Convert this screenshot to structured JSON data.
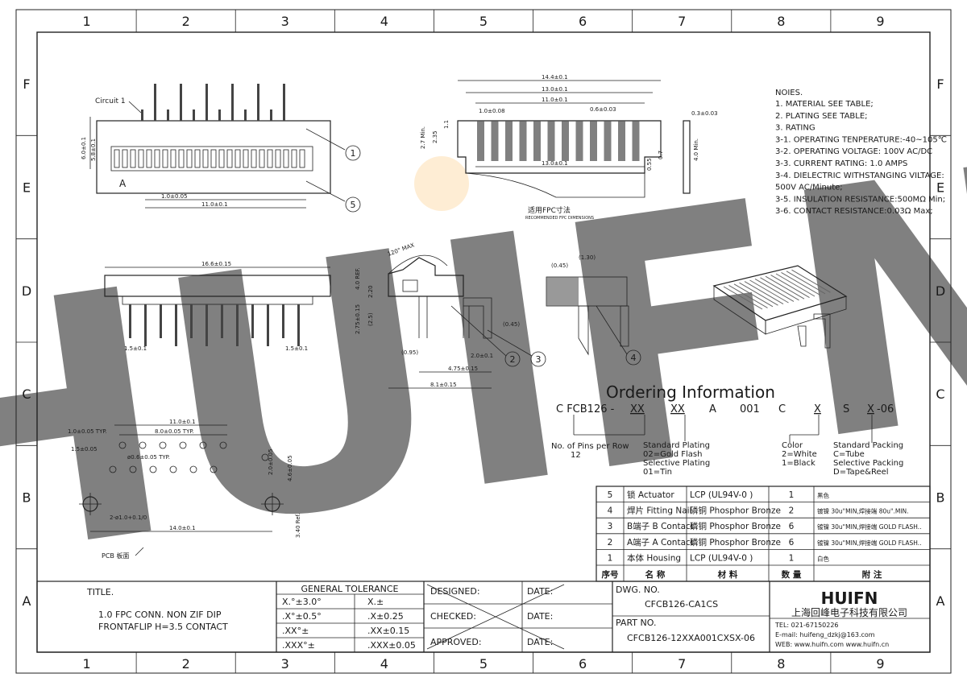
{
  "grid": {
    "columns": [
      "1",
      "2",
      "3",
      "4",
      "5",
      "6",
      "7",
      "8",
      "9"
    ],
    "rows": [
      "F",
      "E",
      "D",
      "C",
      "B",
      "A"
    ]
  },
  "watermark": "HUIFN",
  "notes": {
    "title": "NOIES.",
    "items": [
      "1.    MATERIAL SEE TABLE;",
      "2.    PLATING SEE TABLE;",
      "3.    RATING",
      "3-1. OPERATING TENPERATURE:-40~105℃",
      "3-2. OPERATING VOLTAGE: 100V AC/DC",
      "3-3. CURRENT RATING: 1.0 AMPS",
      "3-4. DIELECTRIC WITHSTANGING VILTAGE:",
      "        500V AC/Minute;",
      "3-5. INSULATION RESISTANCE:500MΩ Min;",
      "3-6. CONTACT RESISTANCE:0.03Ω Max;"
    ]
  },
  "top_view": {
    "circuit_label": "Circuit 1",
    "marker": "A",
    "dims": [
      "6.0±0.1",
      "5.8±0.1",
      "1.0±0.05",
      "11.0±0.1"
    ],
    "callouts": [
      "1",
      "5"
    ]
  },
  "fpc": {
    "dims": [
      "14.4±0.1",
      "13.0±0.1",
      "11.0±0.1",
      "1.0±0.08",
      "0.6±0.03",
      "13.0±0.1",
      "2.7 Min.",
      "2.35",
      "1.1",
      "0.55",
      "0.7",
      "0.3±0.03",
      "4.0 Min."
    ],
    "caption_cn": "适用FPC寸法",
    "caption_en": "RECOMMENDED FPC DIMENSIONS"
  },
  "front_view": {
    "dims": [
      "16.6±0.15",
      "1.5±0.1",
      "1.5±0.1"
    ]
  },
  "side_view": {
    "dims": [
      "120° MAX",
      "4.0 REF.",
      "2.20",
      "2.75±0.15",
      "(2.5)",
      "(0.45)",
      "(0.95)",
      "2.0±0.1",
      "4.75±0.15",
      "8.1±0.15"
    ],
    "callouts": [
      "2",
      "3"
    ]
  },
  "detail_view": {
    "dims": [
      "(1.30)",
      "(0.45)"
    ],
    "callouts": [
      "4"
    ]
  },
  "pcb_layout": {
    "dims": [
      "11.0±0.1",
      "1.0±0.05 TYP.",
      "8.0±0.05 TYP.",
      "1.5±0.05",
      "ø0.6±0.05 TYP.",
      "2.0±0.05",
      "4.6±0.05",
      "2-ø1.0+0.1/0",
      "14.0±0.1",
      "3.40 Ref."
    ],
    "pcb_label": "PCB 板面"
  },
  "ordering": {
    "title": "Ordering Information",
    "code": [
      "C FCB126 -",
      "XX",
      "XX",
      "A",
      "001",
      "C",
      "X",
      "S",
      "X",
      "-06"
    ],
    "pins_label": "No. of Pins per Row",
    "pins_value": "12",
    "plating_lines": [
      "Standard Plating",
      "02=Gold Flash",
      "Selective Plating",
      "01=Tin"
    ],
    "color_lines": [
      "Color",
      "2=White",
      "1=Black"
    ],
    "packing_lines": [
      "Standard Packing",
      "C=Tube",
      "Selective Packing",
      "D=Tape&Reel"
    ]
  },
  "bom": {
    "headers": [
      "序号",
      "名 称",
      "材 料",
      "数 量",
      "附 注"
    ],
    "rows": [
      {
        "no": "5",
        "name": "锁 Actuator",
        "material": "LCP (UL94V-0 )",
        "qty": "1",
        "note": "黑色"
      },
      {
        "no": "4",
        "name": "焊片 Fitting Nail",
        "material": "磷铜 Phosphor Bronze",
        "qty": "2",
        "note": "镀镍 30u\"MIN,焊接端 80u\".MIN."
      },
      {
        "no": "3",
        "name": "B端子 B Contact",
        "material": "磷铜 Phosphor Bronze",
        "qty": "6",
        "note": "镀镍 30u\"MIN,焊接端 GOLD FLASH.."
      },
      {
        "no": "2",
        "name": "A端子 A Contact",
        "material": "磷铜 Phosphor Bronze",
        "qty": "6",
        "note": "镀镍 30u\"MIN,焊接端 GOLD FLASH.."
      },
      {
        "no": "1",
        "name": "本体 Housing",
        "material": "LCP (UL94V-0 )",
        "qty": "1",
        "note": "白色"
      }
    ]
  },
  "title_block": {
    "title_label": "TITLE.",
    "title_line1": "1.0 FPC CONN. NON ZIF DIP",
    "title_line2": "FRONTAFLIP H=3.5 CONTACT",
    "tolerance_header": "GENERAL TOLERANCE",
    "tolerances": [
      {
        "label": "X.°±3.0°",
        "value": "X.±"
      },
      {
        "label": ".X°±0.5°",
        "value": ".X±0.25"
      },
      {
        "label": ".XX°±",
        "value": ".XX±0.15"
      },
      {
        "label": ".XXX°±",
        "value": ".XXX±0.05"
      }
    ],
    "designed": "DESIGNED:",
    "checked": "CHECKED:",
    "approved": "APPROVED:",
    "date": "DATE:",
    "dwg_no_label": "DWG. NO.",
    "dwg_no": "CFCB126-CA1CS",
    "part_no_label": "PART NO.",
    "part_no": "CFCB126-12XXA001CXSX-06",
    "company_logo": "HUIFN",
    "company_name": "上海回峰电子科技有限公司",
    "tel": "TEL: 021-67150226",
    "email": "E-mail: huifeng_dzkj@163.com",
    "web": "WEB: www.huifn.com  www.huifn.cn"
  }
}
